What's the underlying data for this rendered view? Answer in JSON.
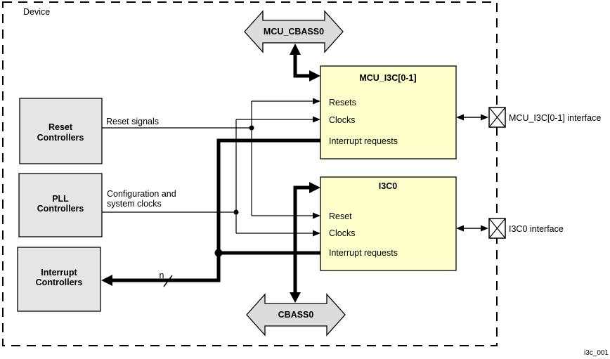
{
  "device": {
    "label": "Device"
  },
  "buses": {
    "mcu_cbass0": "MCU_CBASS0",
    "cbass0": "CBASS0"
  },
  "controllers": {
    "reset": {
      "line1": "Reset",
      "line2": "Controllers"
    },
    "pll": {
      "line1": "PLL",
      "line2": "Controllers"
    },
    "interrupt": {
      "line1": "Interrupt",
      "line2": "Controllers"
    }
  },
  "modules": {
    "mcu_i3c": {
      "title": "MCU_I3C[0-1]",
      "port_resets": "Resets",
      "port_clocks": "Clocks",
      "port_irq": "Interrupt requests"
    },
    "i3c0": {
      "title": "I3C0",
      "port_reset": "Reset",
      "port_clocks": "Clocks",
      "port_irq": "Interrupt requests"
    }
  },
  "signals": {
    "reset": "Reset signals",
    "clocks_line1": "Configuration and",
    "clocks_line2": "system clocks",
    "irq_width": "n"
  },
  "interfaces": {
    "mcu_i3c": "MCU_I3C[0-1] interface",
    "i3c0": "I3C0 interface"
  },
  "figure_id": "i3c_001",
  "colors": {
    "module_fill": "#FFFFCC",
    "controller_fill": "#E5E5E5",
    "bus_fill": "#DCDCDC",
    "line": "#000000",
    "background": "#FFFFFF"
  }
}
